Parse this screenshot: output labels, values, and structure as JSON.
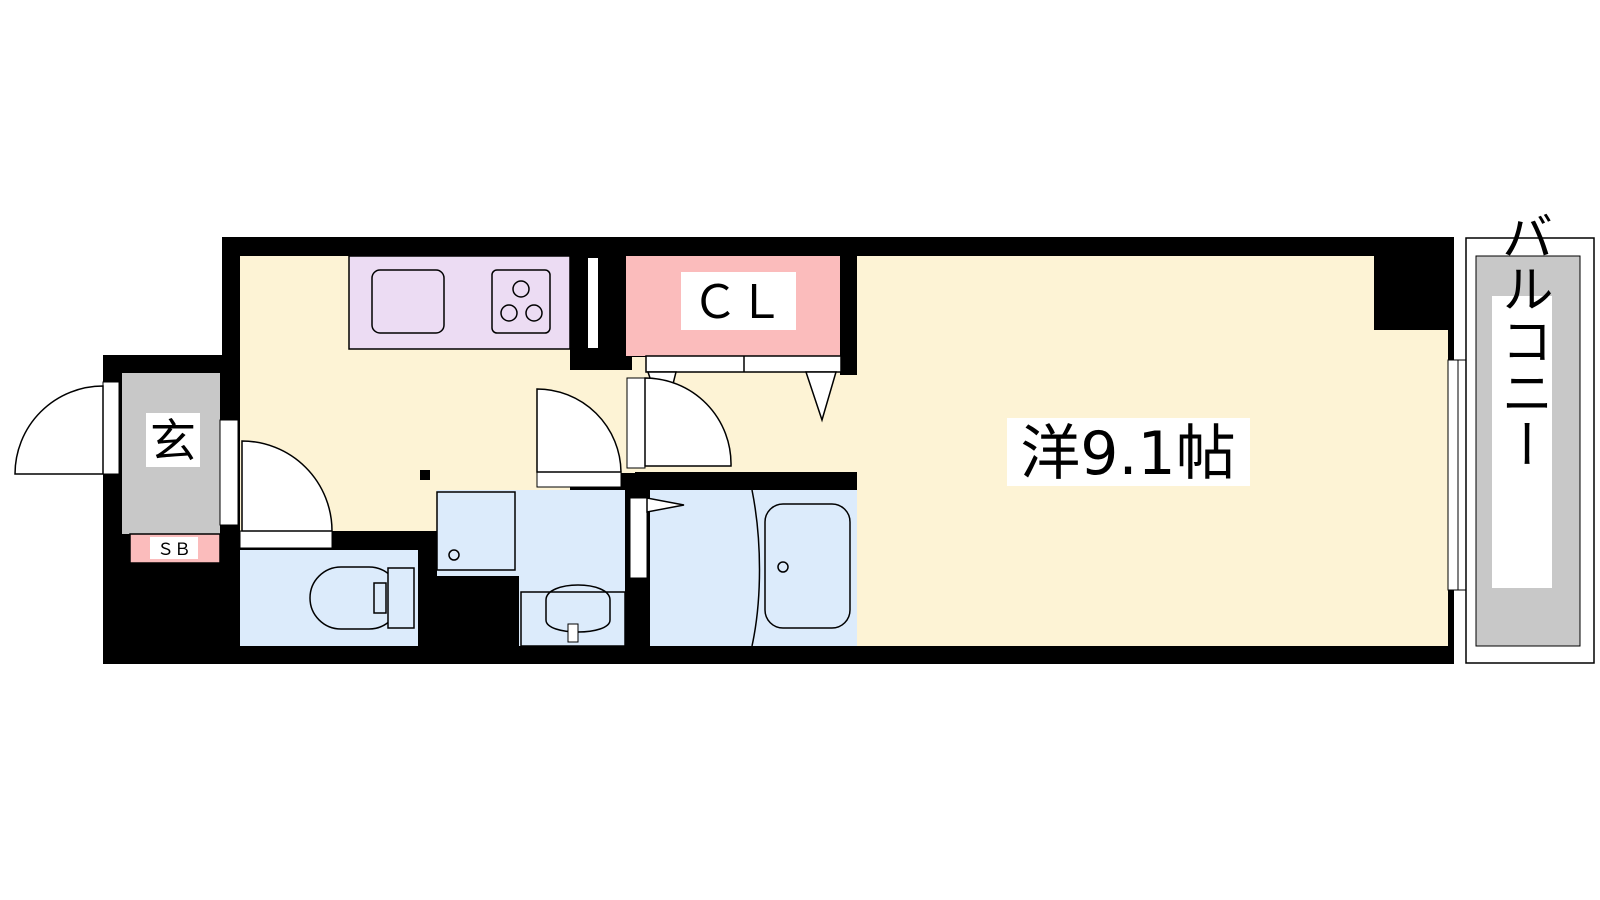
{
  "rooms": {
    "western_room": {
      "label": "洋9.1帖"
    },
    "closet": {
      "label": "ＣＬ"
    },
    "entrance": {
      "label": "玄"
    },
    "shoe_box": {
      "label": "ＳＢ"
    },
    "balcony": {
      "label": "バルコニー"
    }
  },
  "colors": {
    "wall": "#000000",
    "living_floor": "#fdf3d5",
    "kitchen": "#ecdcf3",
    "closet": "#fbbcbc",
    "wet_area": "#dcebfb",
    "entrance": "#c8c8c8",
    "shoe_box": "#fbbcbc",
    "balcony": "#c8c8c8",
    "label_bg": "#ffffff"
  }
}
